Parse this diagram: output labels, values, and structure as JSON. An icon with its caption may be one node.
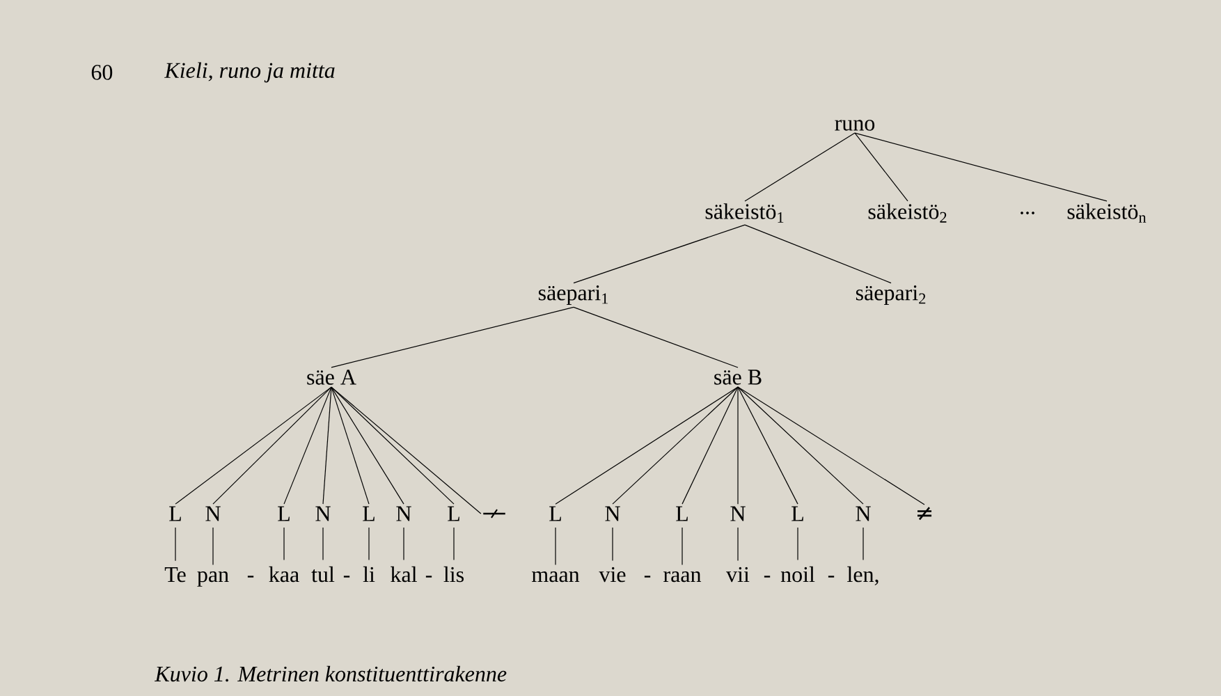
{
  "diagram": {
    "caption": "Kuvio 1. Metrinen konstituenttirakenne",
    "nodes": [
      {
        "text": [
          "runo"
        ]
      },
      {
        "text": [
          "säkeistö$_{1}$"
        ]
      },
      {
        "text": [
          "säkeistö$_{2}$"
        ]
      },
      {
        "text": [
          "säkeistö$_{n}$"
        ]
      },
      {
        "text": [
          "säepari$_{1}$"
        ]
      },
      {
        "text": [
          "säepari$_{2}$"
        ]
      },
      {
        "text": [
          "säe A"
        ]
      },
      {
        "text": [
          "säe B"
        ]
      },
      {
        "text": [
          "L"
        ]
      },
      {
        "text": [
          "N"
        ]
      },
      {
        "text": [
          "L"
        ]
      },
      {
        "text": [
          "N"
        ]
      },
      {
        "text": [
          "L"
        ]
      },
      {
        "text": [
          "N"
        ]
      },
      {
        "text": [
          "L"
        ]
      },
      {
        "text": [
          "∤"
        ]
      },
      {
        "text": [
          "L"
        ]
      },
      {
        "text": [
          "N"
        ]
      },
      {
        "text": [
          "L"
        ]
      },
      {
        "text": [
          "N"
        ]
      },
      {
        "text": [
          "L"
        ]
      },
      {
        "text": [
          "N"
        ]
      },
      {
        "text": [
          "≠"
        ]
      },
      {
        "text": [
          "Te"
        ]
      },
      {
        "text": [
          "pan"
        ]
      },
      {
        "text": [
          "kaa"
        ]
      },
      {
        "text": [
          "tul"
        ]
      },
      {
        "text": [
          "li"
        ]
      },
      {
        "text": [
          "kal"
        ]
      },
      {
        "text": [
          "lis"
        ]
      },
      {
        "text": [
          "maan"
        ]
      },
      {
        "text": [
          "vie"
        ]
      },
      {
        "text": [
          "raan"
        ]
      },
      {
        "text": [
          "vii"
        ]
      },
      {
        "text": [
          "noil"
        ]
      },
      {
        "text": [
          "len,"
        ]
      }
    ],
    "edges": [
      {
        "from": 0,
        "to": 1,
        "arrow": "none"
      },
      {
        "from": 0,
        "to": 2,
        "arrow": "none"
      },
      {
        "from": 0,
        "to": 3,
        "arrow": "none"
      },
      {
        "from": 1,
        "to": 4,
        "arrow": "none"
      },
      {
        "from": 1,
        "to": 5,
        "arrow": "none"
      },
      {
        "from": 4,
        "to": 6,
        "arrow": "none"
      },
      {
        "from": 4,
        "to": 7,
        "arrow": "none"
      },
      {
        "from": 6,
        "to": 8,
        "arrow": "none"
      },
      {
        "from": 6,
        "to": 9,
        "arrow": "none"
      },
      {
        "from": 6,
        "to": 10,
        "arrow": "none"
      },
      {
        "from": 6,
        "to": 11,
        "arrow": "none"
      },
      {
        "from": 6,
        "to": 12,
        "arrow": "none"
      },
      {
        "from": 6,
        "to": 13,
        "arrow": "none"
      },
      {
        "from": 6,
        "to": 14,
        "arrow": "none"
      },
      {
        "from": 6,
        "to": 15,
        "arrow": "none"
      },
      {
        "from": 7,
        "to": 16,
        "arrow": "none"
      },
      {
        "from": 7,
        "to": 17,
        "arrow": "none"
      },
      {
        "from": 7,
        "to": 18,
        "arrow": "none"
      },
      {
        "from": 7,
        "to": 19,
        "arrow": "none"
      },
      {
        "from": 7,
        "to": 20,
        "arrow": "none"
      },
      {
        "from": 7,
        "to": 21,
        "arrow": "none"
      },
      {
        "from": 7,
        "to": 22,
        "arrow": "none"
      },
      {
        "from": 8,
        "to": 23,
        "arrow": "none"
      },
      {
        "from": 9,
        "to": 24,
        "arrow": "none"
      },
      {
        "from": 10,
        "to": 25,
        "arrow": "none"
      },
      {
        "from": 11,
        "to": 26,
        "arrow": "none"
      },
      {
        "from": 12,
        "to": 27,
        "arrow": "none"
      },
      {
        "from": 13,
        "to": 28,
        "arrow": "none"
      },
      {
        "from": 14,
        "to": 29,
        "arrow": "none"
      },
      {
        "from": 16,
        "to": 30,
        "arrow": "none"
      },
      {
        "from": 17,
        "to": 31,
        "arrow": "none"
      },
      {
        "from": 18,
        "to": 32,
        "arrow": "none"
      },
      {
        "from": 19,
        "to": 33,
        "arrow": "none"
      },
      {
        "from": 20,
        "to": 34,
        "arrow": "none"
      },
      {
        "from": 21,
        "to": 35,
        "arrow": "none"
      }
    ],
    "labels": [
      "60",
      "Kieli, runo ja mitta",
      "...",
      "-",
      "-",
      "-",
      "-",
      "-",
      "-"
    ]
  }
}
